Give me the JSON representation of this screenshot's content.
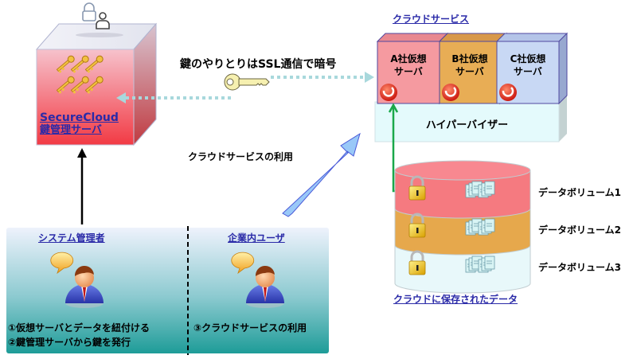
{
  "key_server": {
    "title_line1": "SecureCloud",
    "title_line2": "鍵管理サーバ",
    "top_icon": "lock-user-icon",
    "key_icon": "key-icon"
  },
  "ssl_label": "鍵のやりとりはSSL通信で暗号",
  "cloud": {
    "title": "クラウドサービス",
    "vms": [
      {
        "line1": "A社仮想",
        "line2": "サーバ",
        "color": "#f59aa0"
      },
      {
        "line1": "B社仮想",
        "line2": "サーバ",
        "color": "#e8ad55"
      },
      {
        "line1": "C社仮想",
        "line2": "サーバ",
        "color": "#c8d8f4"
      }
    ],
    "hypervisor": "ハイパーバイザー"
  },
  "usage_label": "クラウドサービスの利用",
  "storage": {
    "title": "クラウドに保存されたデータ",
    "volumes": [
      {
        "label": "データボリューム1",
        "color": "#f57a80"
      },
      {
        "label": "データボリューム2",
        "color": "#e6a84c"
      },
      {
        "label": "データボリューム3",
        "color": "#e8f8fa"
      }
    ]
  },
  "users": {
    "admin": {
      "title": "システム管理者",
      "steps": [
        "①仮想サーバとデータを紐付ける",
        "②鍵管理サーバから鍵を発行"
      ]
    },
    "corp": {
      "title": "企業内ユーザ",
      "steps": [
        "③クラウドサービスの利用"
      ]
    }
  },
  "colors": {
    "ssl_arrow": "#a8d8dc",
    "green_arrow": "#1aa84a",
    "usage_arrow": "#99c8f8"
  }
}
